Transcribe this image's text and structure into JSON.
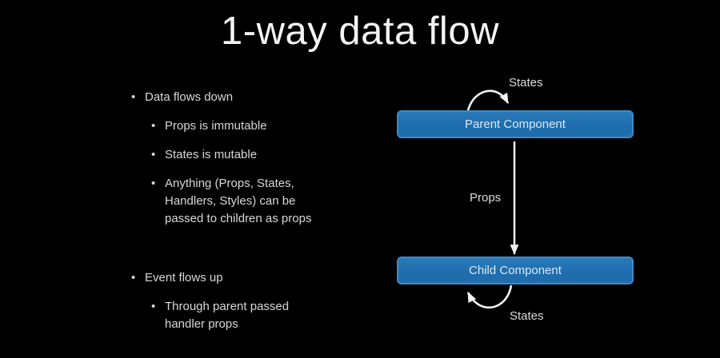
{
  "slide": {
    "title": "1-way data flow",
    "background": "#000000"
  },
  "bullets": [
    {
      "level": 1,
      "text": "Data flows down"
    },
    {
      "level": 2,
      "text": "Props is immutable"
    },
    {
      "level": 2,
      "text": "States is mutable"
    },
    {
      "level": 2,
      "text": "Anything (Props, States,\nHandlers, Styles) can be\npassed to children as props"
    },
    {
      "level": 1,
      "text": "Event flows up"
    },
    {
      "level": 2,
      "text": "Through parent passed\nhandler props"
    }
  ],
  "diagram": {
    "parent_box": {
      "label": "Parent Component",
      "fill": "#1f6dac",
      "border": "#4189c6"
    },
    "child_box": {
      "label": "Child Component",
      "fill": "#1f6dac",
      "border": "#4189c6"
    },
    "labels": {
      "states_top": "States",
      "props": "Props",
      "states_bottom": "States"
    },
    "arrow_color": "#f2f2f2"
  }
}
